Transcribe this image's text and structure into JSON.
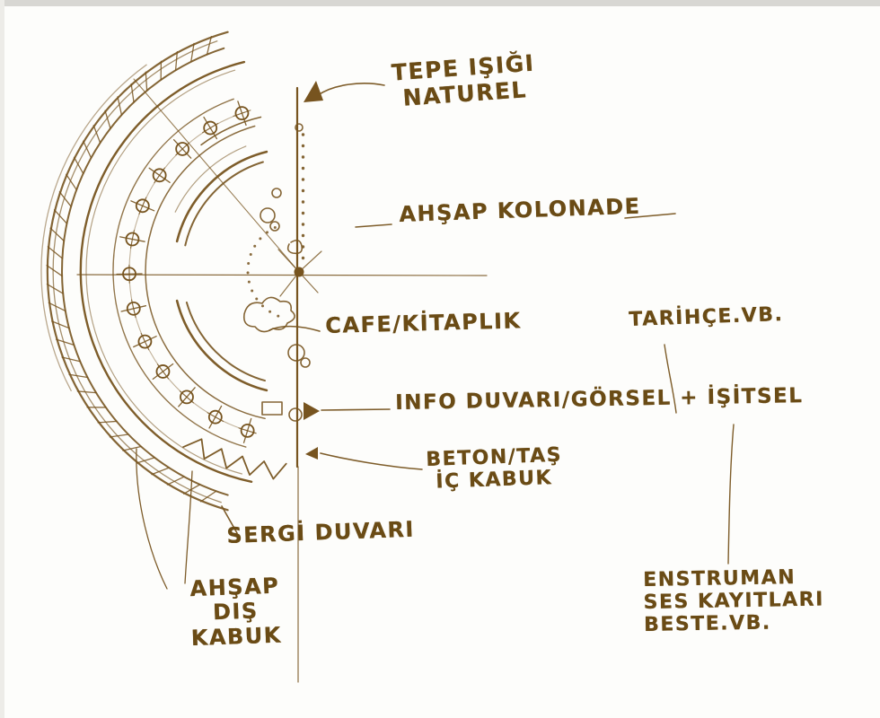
{
  "palette": {
    "paper": "#fdfdfb",
    "ink": "#77541f",
    "ink_dark": "#6a4b15"
  },
  "labels": {
    "tepe_isigi": "TEPE IŞIĞI\nNATUREL",
    "ahsap_kolonade": "AHŞAP KOLONADE",
    "cafe_kitaplik": "CAFE/KİTAPLIK",
    "info_duvari": "INFO DUVARI/GÖRSEL + İŞİTSEL",
    "beton_tas": "BETON/TAŞ\nİÇ KABUK",
    "sergi_duvari": "SERGİ DUVARI",
    "ahsap_dis_kabuk": "AHŞAP\nDIŞ KABUK",
    "tarihce": "TARİHÇE.VB.",
    "enstruman": "ENSTRUMAN\nSES KAYITLARI\nBESTE.VB."
  }
}
